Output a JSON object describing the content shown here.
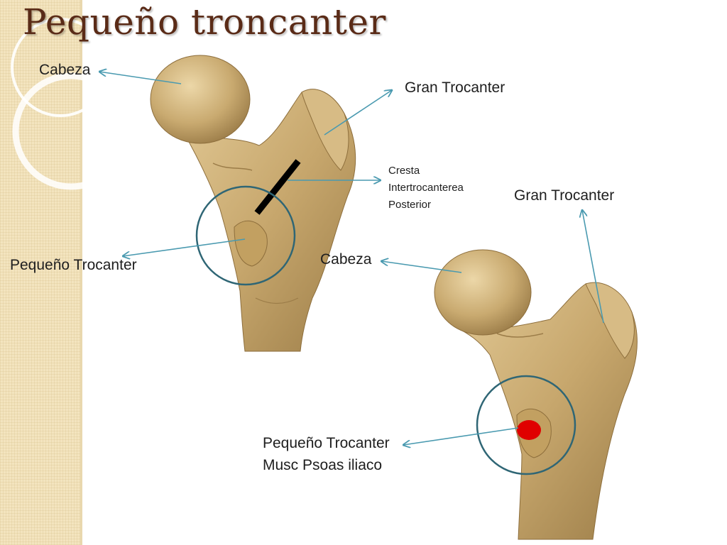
{
  "title": "Pequeño troncanter",
  "colors": {
    "title": "#5a2b17",
    "arrow": "#4a9ab0",
    "circle": "#2f6675",
    "bone": "#c7a76d",
    "marker": "#e00000",
    "crest_bar": "#000000"
  },
  "figure_top": {
    "labels": {
      "head": "Cabeza",
      "greater_trochanter": "Gran Trocanter",
      "crest_lines": [
        "Cresta",
        "Intertrocanterea",
        "Posterior"
      ],
      "lesser_trochanter": "Pequeño Trocanter"
    }
  },
  "figure_bottom": {
    "labels": {
      "greater_trochanter": "Gran Trocanter",
      "head": "Cabeza",
      "lesser_trochanter_lines": [
        "Pequeño Trocanter",
        "Musc Psoas iliaco"
      ]
    }
  }
}
